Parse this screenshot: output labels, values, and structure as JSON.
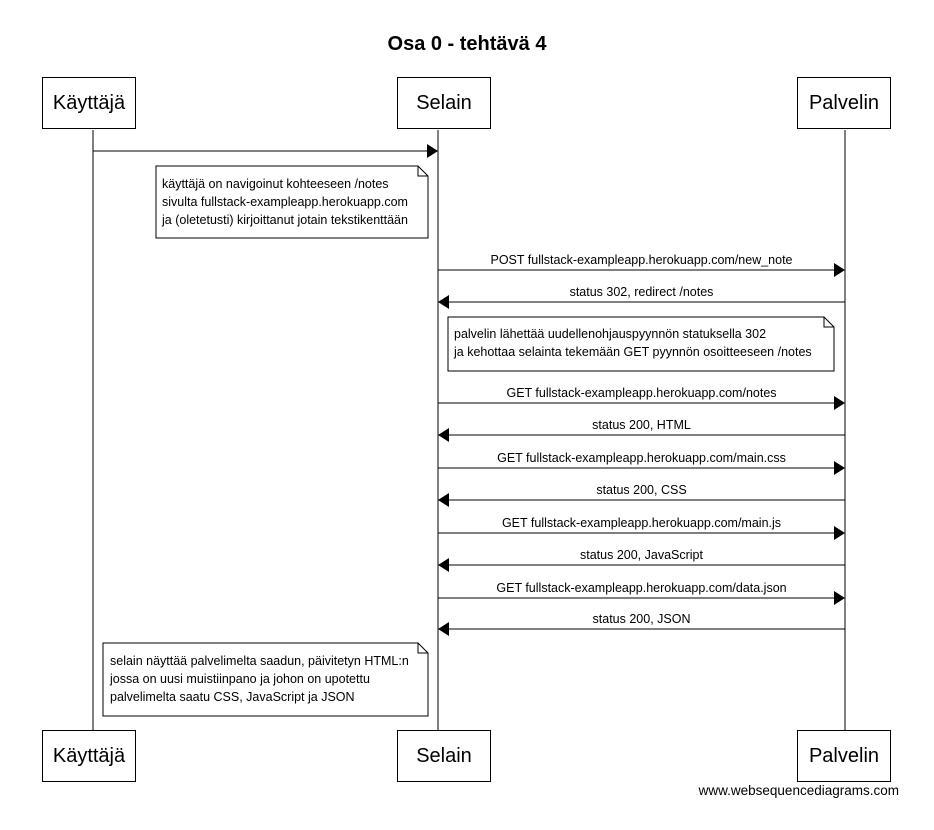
{
  "title": "Osa 0 - tehtävä 4",
  "participants": [
    "Käyttäjä",
    "Selain",
    "Palvelin"
  ],
  "messages": [
    {
      "from": "Käyttäjä",
      "to": "Selain",
      "label": ""
    },
    {
      "from": "Selain",
      "to": "Palvelin",
      "label": "POST fullstack-exampleapp.herokuapp.com/new_note"
    },
    {
      "from": "Palvelin",
      "to": "Selain",
      "label": "status 302, redirect /notes"
    },
    {
      "from": "Selain",
      "to": "Palvelin",
      "label": "GET fullstack-exampleapp.herokuapp.com/notes"
    },
    {
      "from": "Palvelin",
      "to": "Selain",
      "label": "status 200, HTML"
    },
    {
      "from": "Selain",
      "to": "Palvelin",
      "label": "GET fullstack-exampleapp.herokuapp.com/main.css"
    },
    {
      "from": "Palvelin",
      "to": "Selain",
      "label": "status 200, CSS"
    },
    {
      "from": "Selain",
      "to": "Palvelin",
      "label": "GET fullstack-exampleapp.herokuapp.com/main.js"
    },
    {
      "from": "Palvelin",
      "to": "Selain",
      "label": "status 200, JavaScript"
    },
    {
      "from": "Selain",
      "to": "Palvelin",
      "label": "GET fullstack-exampleapp.herokuapp.com/data.json"
    },
    {
      "from": "Palvelin",
      "to": "Selain",
      "label": "status 200, JSON"
    }
  ],
  "notes": [
    {
      "lines": [
        "käyttäjä on navigoinut kohteeseen /notes",
        "sivulta fullstack-exampleapp.herokuapp.com",
        "ja (oletetusti) kirjoittanut jotain tekstikenttään"
      ]
    },
    {
      "lines": [
        "palvelin lähettää uudellenohjauspyynnön statuksella 302",
        "ja kehottaa selainta tekemään GET pyynnön osoitteeseen /notes"
      ]
    },
    {
      "lines": [
        "selain näyttää palvelimelta saadun, päivitetyn HTML:n",
        "jossa on uusi muistiinpano ja johon on upotettu",
        "palvelimelta saatu CSS, JavaScript ja JSON"
      ]
    }
  ],
  "footer": "www.websequencediagrams.com"
}
